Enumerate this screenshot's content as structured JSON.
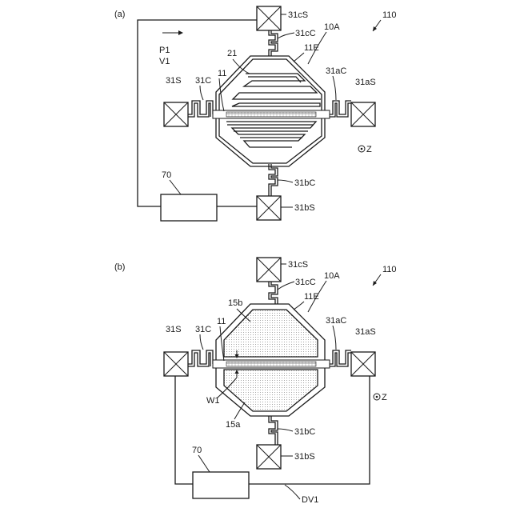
{
  "figure_id": "110",
  "panel_a": {
    "label": "(a)",
    "labels": {
      "pad_top": "31cS",
      "conn_top": "31cC",
      "ref_10A": "10A",
      "ref_11E": "11E",
      "p1": "P1",
      "v1": "V1",
      "ref_21": "21",
      "ref_11": "11",
      "pad_left": "31S",
      "conn_left": "31C",
      "conn_right": "31aC",
      "pad_right": "31aS",
      "z_axis": "Z",
      "conn_bottom": "31bC",
      "pad_bottom": "31bS",
      "controller": "70"
    }
  },
  "panel_b": {
    "label": "(b)",
    "labels": {
      "pad_top": "31cS",
      "conn_top": "31cC",
      "ref_10A": "10A",
      "ref_11E": "11E",
      "ref_15b": "15b",
      "ref_11": "11",
      "pad_left": "31S",
      "conn_left": "31C",
      "conn_right": "31aC",
      "pad_right": "31aS",
      "w1": "W1",
      "z_axis": "Z",
      "ref_15a": "15a",
      "conn_bottom": "31bC",
      "pad_bottom": "31bS",
      "controller": "70",
      "dv1": "DV1"
    }
  }
}
